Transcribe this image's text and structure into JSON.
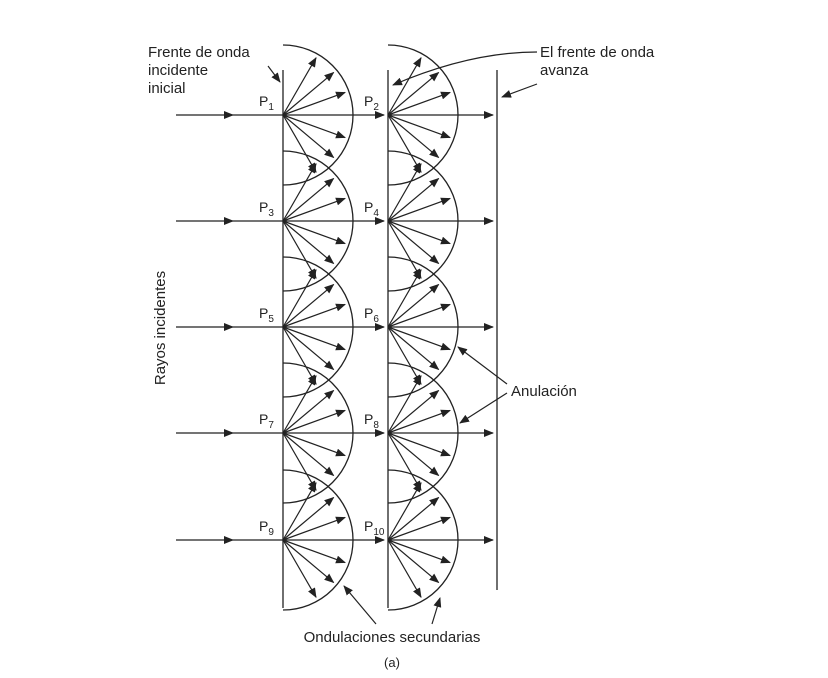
{
  "labels": {
    "incident_front": [
      "Frente de onda",
      "incidente",
      "inicial"
    ],
    "advancing_front": [
      "El frente de onda",
      "avanza"
    ],
    "incident_rays": "Rayos incidentes",
    "cancellation": "Anulación",
    "secondary_wavelets": "Ondulaciones secundarias",
    "caption": "(a)"
  },
  "points": [
    {
      "letter": "P",
      "sub": "1"
    },
    {
      "letter": "P",
      "sub": "2"
    },
    {
      "letter": "P",
      "sub": "3"
    },
    {
      "letter": "P",
      "sub": "4"
    },
    {
      "letter": "P",
      "sub": "5"
    },
    {
      "letter": "P",
      "sub": "6"
    },
    {
      "letter": "P",
      "sub": "7"
    },
    {
      "letter": "P",
      "sub": "8"
    },
    {
      "letter": "P",
      "sub": "9"
    },
    {
      "letter": "P",
      "sub": "10"
    }
  ],
  "colors": {
    "ink": "#222222",
    "background": "#ffffff"
  }
}
